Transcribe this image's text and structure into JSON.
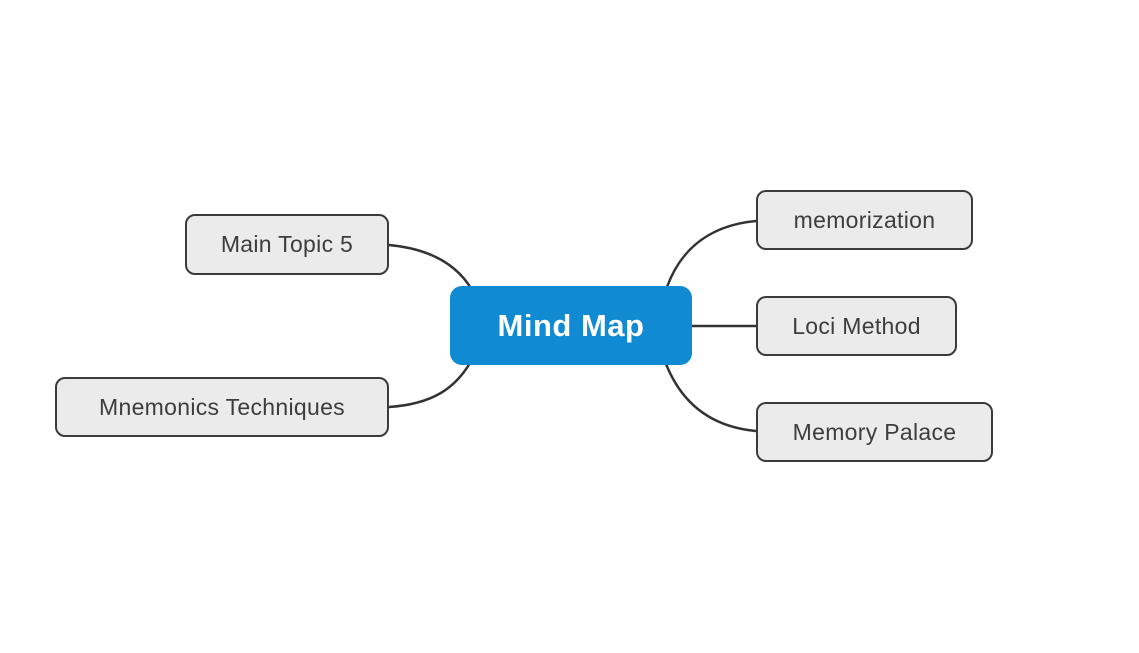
{
  "app": {
    "name": "mind-map-canvas"
  },
  "colors": {
    "center_node_bg": "#0f8ad3",
    "center_node_text": "#ffffff",
    "branch_node_bg": "#ebebeb",
    "branch_node_border": "#3b3b3b",
    "branch_node_text": "#3d3d3d",
    "edge_stroke": "#333333",
    "canvas_bg": "#ffffff"
  },
  "nodes": {
    "center": {
      "label": "Mind Map"
    },
    "branches": [
      {
        "id": "main-topic-5",
        "label": "Main Topic 5",
        "side": "left"
      },
      {
        "id": "mnemonics-techniques",
        "label": "Mnemonics Techniques",
        "side": "left"
      },
      {
        "id": "memorization",
        "label": "memorization",
        "side": "right"
      },
      {
        "id": "loci-method",
        "label": "Loci Method",
        "side": "right"
      },
      {
        "id": "memory-palace",
        "label": "Memory Palace",
        "side": "right"
      }
    ]
  },
  "edges": [
    {
      "from": "main-topic-5",
      "to": "center"
    },
    {
      "from": "mnemonics-techniques",
      "to": "center"
    },
    {
      "from": "center",
      "to": "memorization"
    },
    {
      "from": "center",
      "to": "loci-method"
    },
    {
      "from": "center",
      "to": "memory-palace"
    }
  ]
}
